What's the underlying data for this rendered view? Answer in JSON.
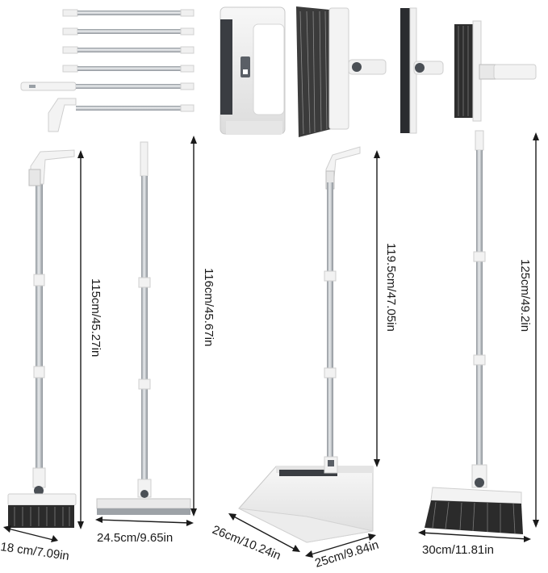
{
  "dimensions": {
    "scrubber_width": "18 cm/7.09in",
    "squeegee_width": "24.5cm/9.65in",
    "dustpan_depth": "26cm/10.24in",
    "dustpan_width": "25cm/9.84in",
    "broom_width": "30cm/11.81in",
    "scrubber_height": "115cm/45.27in",
    "squeegee_height": "116cm/45.67in",
    "dustpan_height": "119.5cm/47.05in",
    "broom_height": "125cm/49.2in"
  },
  "colors": {
    "handle_metal": "#bfc3c7",
    "plastic_white": "#f2f2f2",
    "bristle_dark": "#2b2b2b",
    "accent_gray": "#5a5f66"
  }
}
